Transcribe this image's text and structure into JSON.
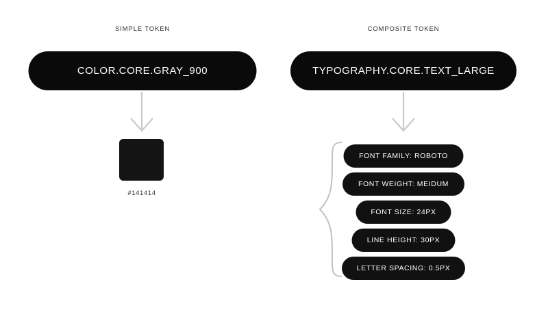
{
  "page": {
    "background": "#ffffff",
    "text_color": "#2b2b2b",
    "pill_color": "#111111",
    "arrow_color": "#c9c9c9"
  },
  "simple": {
    "heading": "SIMPLE TOKEN",
    "token": "COLOR.CORE.GRAY_900",
    "arrow_icon": "arrow-down-icon",
    "swatch": {
      "color": "#141414",
      "hex_label": "#141414"
    }
  },
  "composite": {
    "heading": "COMPOSITE TOKEN",
    "token": "TYPOGRAPHY.CORE.TEXT_LARGE",
    "arrow_icon": "arrow-down-icon",
    "brace_icon": "curly-brace-icon",
    "attributes": [
      {
        "label": "FONT FAMILY: ROBOTO"
      },
      {
        "label": "FONT WEIGHT: MEIDUM"
      },
      {
        "label": "FONT SIZE: 24PX"
      },
      {
        "label": "LINE HEIGHT: 30PX"
      },
      {
        "label": "LETTER SPACING: 0.5PX"
      }
    ]
  }
}
